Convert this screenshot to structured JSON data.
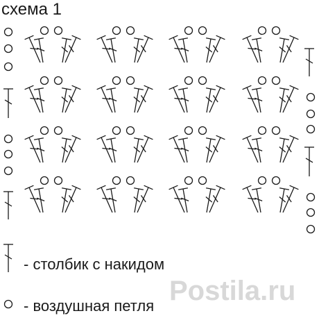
{
  "title": "схема 1",
  "legend": [
    {
      "symbol": "double-crochet",
      "text": "- столбик с накидом"
    },
    {
      "symbol": "chain-stitch",
      "text": "- воздушная петля"
    }
  ],
  "watermark": "Postila.ru",
  "colors": {
    "ink": "#1a1a1a",
    "watermark": "#d8d8d8"
  }
}
